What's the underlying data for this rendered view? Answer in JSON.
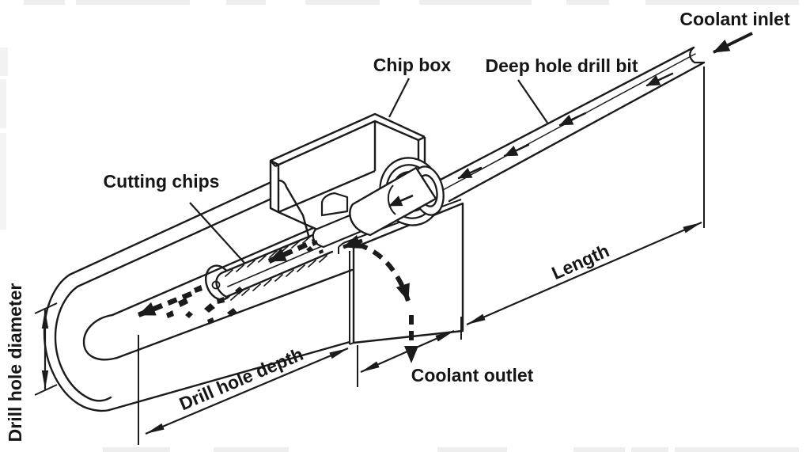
{
  "labels": {
    "parts": {
      "coolant_inlet": "Coolant inlet",
      "chip_box": "Chip box",
      "deep_hole_drill_bit": "Deep hole drill bit",
      "cutting_chips": "Cutting chips",
      "coolant_outlet": "Coolant outlet"
    },
    "dimensions": {
      "length": "Length",
      "drill_hole_depth": "Drill hole depth",
      "drill_hole_diameter": "Drill hole diameter"
    }
  },
  "colors": {
    "background": "#ffffff",
    "line": "#1b1b1b",
    "edge_artifact": "#f0eeec"
  }
}
